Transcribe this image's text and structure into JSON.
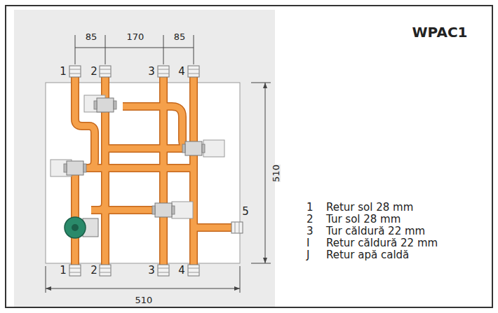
{
  "diagram": {
    "title": "WPAC1",
    "labels": [
      "85",
      "170",
      "85",
      "1",
      "2",
      "3",
      "4",
      "510",
      "5",
      "1",
      "2",
      "3",
      "4",
      "510",
      "1",
      "Retur sol 28 mm",
      "2",
      "Tur sol 28 mm",
      "3",
      "Tur căldură 22 mm",
      "I",
      "Retur căldură 22 mm",
      "J",
      "Retur apă caldă"
    ]
  }
}
